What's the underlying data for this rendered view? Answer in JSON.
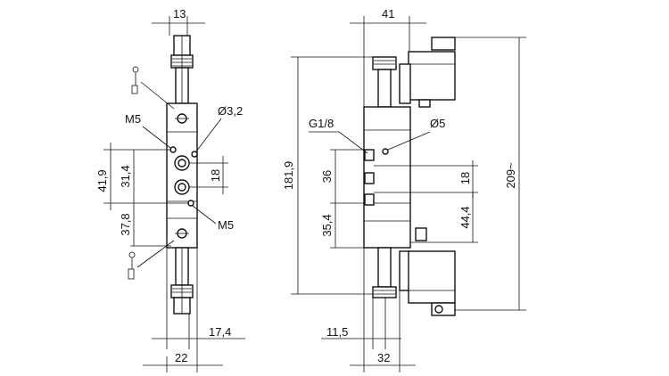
{
  "colors": {
    "line": "#111111",
    "background": "#ffffff"
  },
  "labels": {
    "top_width_left": "13",
    "top_width_right": "41",
    "port_m5_top": "M5",
    "hole_d32": "Ø3,2",
    "port_m5_bottom": "M5",
    "port_g18": "G1/8",
    "hole_d5": "Ø5",
    "dim_419": "41,9",
    "dim_314": "31,4",
    "dim_378": "37,8",
    "dim_18_left": "18",
    "dim_1819": "181,9",
    "dim_36": "36",
    "dim_354": "35,4",
    "dim_18_right": "18",
    "dim_444": "44,4",
    "dim_209": "209~",
    "dim_174": "17,4",
    "dim_22": "22",
    "dim_115": "11,5",
    "dim_32": "32"
  }
}
